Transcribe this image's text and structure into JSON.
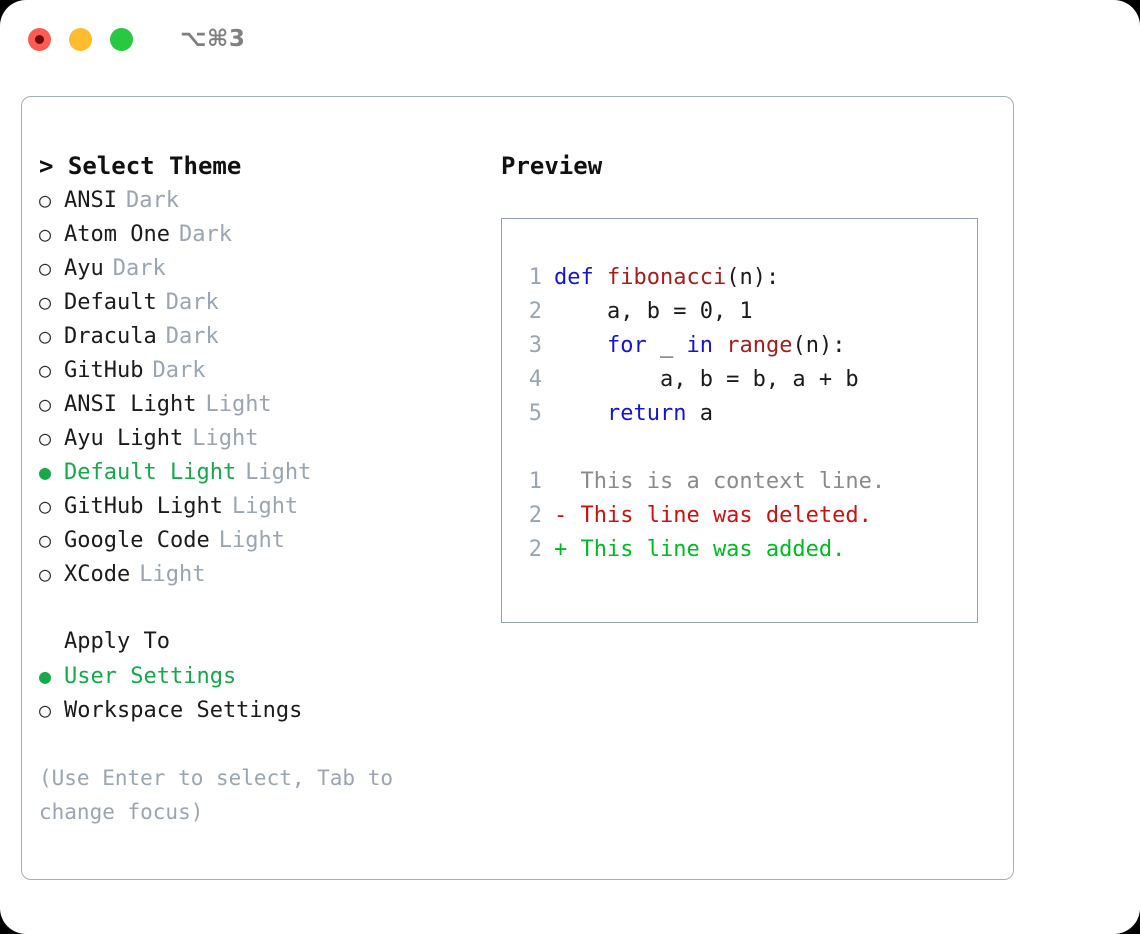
{
  "titlebar": {
    "shortcut": "⌥⌘3",
    "buttons": [
      "close",
      "minimize",
      "maximize"
    ]
  },
  "theme_panel": {
    "title": "> Select Theme",
    "options": [
      {
        "marker": "○",
        "label": "ANSI",
        "tag": "Dark",
        "selected": false
      },
      {
        "marker": "○",
        "label": "Atom One",
        "tag": "Dark",
        "selected": false
      },
      {
        "marker": "○",
        "label": "Ayu",
        "tag": "Dark",
        "selected": false
      },
      {
        "marker": "○",
        "label": "Default",
        "tag": "Dark",
        "selected": false
      },
      {
        "marker": "○",
        "label": "Dracula",
        "tag": "Dark",
        "selected": false
      },
      {
        "marker": "○",
        "label": "GitHub",
        "tag": "Dark",
        "selected": false
      },
      {
        "marker": "○",
        "label": "ANSI Light",
        "tag": "Light",
        "selected": false
      },
      {
        "marker": "○",
        "label": "Ayu Light",
        "tag": "Light",
        "selected": false
      },
      {
        "marker": "●",
        "label": "Default Light",
        "tag": "Light",
        "selected": true
      },
      {
        "marker": "○",
        "label": "GitHub Light",
        "tag": "Light",
        "selected": false
      },
      {
        "marker": "○",
        "label": "Google Code",
        "tag": "Light",
        "selected": false
      },
      {
        "marker": "○",
        "label": "XCode",
        "tag": "Light",
        "selected": false
      }
    ]
  },
  "apply_to": {
    "title": "Apply To",
    "options": [
      {
        "marker": "●",
        "label": "User Settings",
        "selected": true
      },
      {
        "marker": "○",
        "label": "Workspace Settings",
        "selected": false
      }
    ]
  },
  "hint": "(Use Enter to select, Tab to change focus)",
  "preview": {
    "title": "Preview",
    "code_lines": [
      {
        "num": "1",
        "tokens": [
          {
            "t": "def ",
            "c": "kw"
          },
          {
            "t": "fibonacci",
            "c": "fn"
          },
          {
            "t": "(n):",
            "c": "pl"
          }
        ]
      },
      {
        "num": "2",
        "tokens": [
          {
            "t": "    a, b = 0, 1",
            "c": "pl"
          }
        ]
      },
      {
        "num": "3",
        "tokens": [
          {
            "t": "    ",
            "c": "pl"
          },
          {
            "t": "for",
            "c": "kw"
          },
          {
            "t": " _ ",
            "c": "pl"
          },
          {
            "t": "in ",
            "c": "kw"
          },
          {
            "t": "range",
            "c": "fn"
          },
          {
            "t": "(n):",
            "c": "pl"
          }
        ]
      },
      {
        "num": "4",
        "tokens": [
          {
            "t": "        a, b = b, a + b",
            "c": "pl"
          }
        ]
      },
      {
        "num": "5",
        "tokens": [
          {
            "t": "    ",
            "c": "pl"
          },
          {
            "t": "return",
            "c": "kw"
          },
          {
            "t": " a",
            "c": "pl"
          }
        ]
      }
    ],
    "diff_lines": [
      {
        "num": "1",
        "sign": "  ",
        "text": "This is a context line.",
        "kind": "ctx"
      },
      {
        "num": "2",
        "sign": "- ",
        "text": "This line was deleted.",
        "kind": "del"
      },
      {
        "num": "2",
        "sign": "+ ",
        "text": "This line was added.",
        "kind": "add"
      }
    ]
  },
  "colors": {
    "accent_green": "#16a94a",
    "muted": "#9aa5b1",
    "keyword": "#1414d6",
    "function": "#a71d1d",
    "diff_add": "#00bb22",
    "diff_del": "#cc1111",
    "border": "#a3aebd"
  }
}
